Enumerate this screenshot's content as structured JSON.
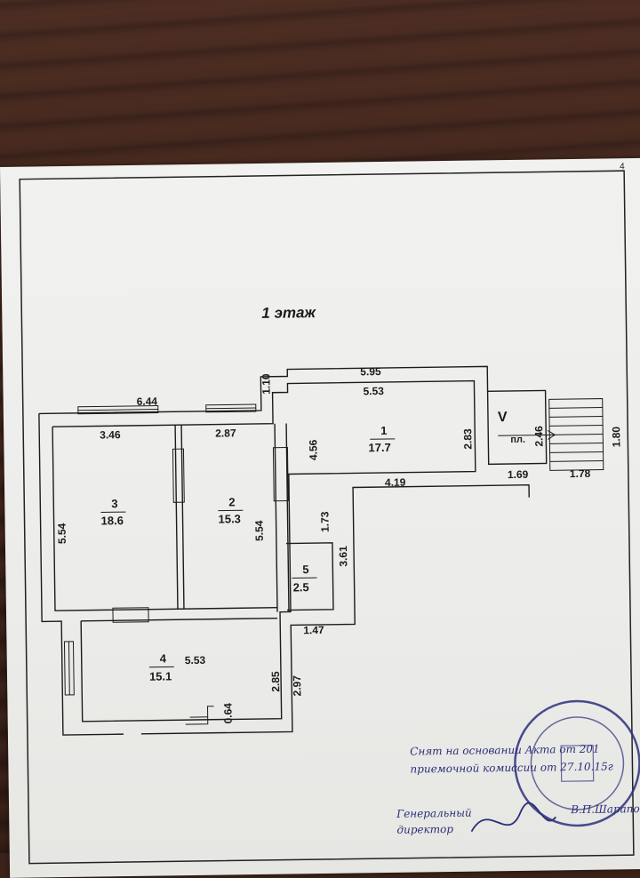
{
  "sheet": {
    "page_number": "4"
  },
  "floor": {
    "title": "1 этаж"
  },
  "rooms": [
    {
      "id": "1",
      "area": "17.7"
    },
    {
      "id": "2",
      "area": "15.3"
    },
    {
      "id": "3",
      "area": "18.6"
    },
    {
      "id": "4",
      "area": "15.1"
    },
    {
      "id": "5",
      "area": "2.5"
    }
  ],
  "porch": {
    "label": "V",
    "sub": "пл."
  },
  "dimensions": {
    "d595": "5.95",
    "d553a": "5.53",
    "d110": "1.10",
    "d644": "6.44",
    "d346": "3.46",
    "d287": "2.87",
    "d456": "4.56",
    "d283": "2.83",
    "d246": "2.46",
    "d180": "1.80",
    "d169": "1.69",
    "d178": "1.78",
    "d419": "4.19",
    "d554a": "5.54",
    "d554b": "5.54",
    "d173": "1.73",
    "d361": "3.61",
    "d147": "1.47",
    "d553b": "5.53",
    "d285": "2.85",
    "d297": "2.97",
    "d064": "0.64"
  },
  "stamp": {
    "line1": "Снят на основании Акта от 201",
    "line2": "приемочной комиссии от 27.10.15г"
  },
  "signature": {
    "role_line1": "Генеральный",
    "role_line2": "директор",
    "name": "В.П.Шарапов"
  },
  "colors": {
    "ink": "#1b1b1b",
    "stamp": "#2c2f7a",
    "paper": "#efefed"
  }
}
